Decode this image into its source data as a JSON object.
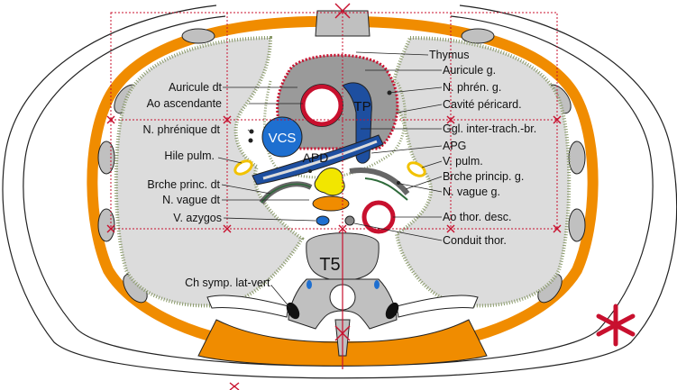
{
  "labels": {
    "auricule_dt": "Auricule dt",
    "ao_ascendante": "Ao ascendante",
    "n_phrenique_dt": "N. phrénique dt",
    "hile_pulm": "Hile pulm.",
    "brche_princ_dt": "Brche princ. dt",
    "n_vague_dt": "N. vague dt",
    "v_azygos": "V. azygos",
    "ch_symp": "Ch symp. lat-vert.",
    "thymus": "Thymus",
    "auricule_g": "Auricule g.",
    "n_phren_g": "N. phrén. g.",
    "cavite_pericard": "Cavité péricard.",
    "ggl_inter": "Ggl. inter-trach.-br.",
    "apg": "APG",
    "v_pulm": "V. pulm.",
    "brche_princip_g": "Brche princip. g.",
    "n_vague_g": "N. vague g.",
    "ao_thor_desc": "Ao thor. desc.",
    "conduit_thor": "Conduit thor.",
    "vcs": "VCS",
    "tp": "TP",
    "apd": "APD",
    "t5": "T5"
  },
  "colors": {
    "muscle": "#f08c00",
    "bone": "#c0c0c0",
    "lung": "#dcdcdc",
    "pleura_dots": "#8a9a6a",
    "vcs": "#1e6fd0",
    "pulmonary": "#1e4fa0",
    "artery": "#c8102e",
    "guide": "#c8102e",
    "node": "#f2e600"
  }
}
